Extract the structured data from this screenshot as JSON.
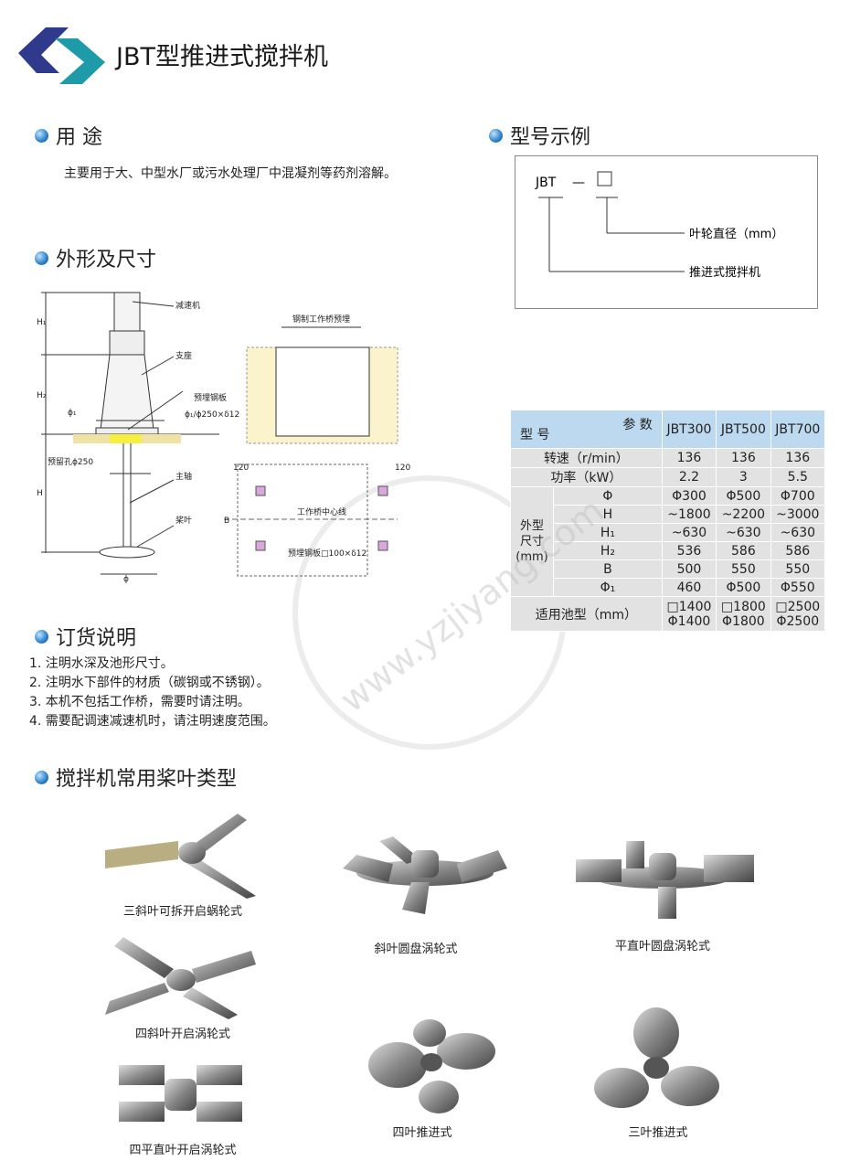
{
  "header": {
    "title": "JBT型推进式搅拌机",
    "logo_colors": [
      "#2f3a8c",
      "#1f9aa8"
    ]
  },
  "usage": {
    "heading": "用 途",
    "text": "主要用于大、中型水厂或污水处理厂中混凝剂等药剂溶解。"
  },
  "model_example": {
    "heading": "型号示例",
    "code": "JBT",
    "dash": "—",
    "box": "□",
    "label_diameter": "叶轮直径（mm）",
    "label_type": "推进式搅拌机"
  },
  "dimensions": {
    "heading": "外形及尺寸",
    "labels": {
      "reducer": "减速机",
      "support": "支座",
      "plate": "预埋钢板",
      "plate_spec": "ϕ₁/ϕ250×δ12",
      "hole": "预留孔ϕ250",
      "shaft": "主轴",
      "blade": "桨叶",
      "phi1": "ϕ₁",
      "phi": "ϕ",
      "h1": "H₁",
      "h2": "H₂",
      "h": "H",
      "bridge_title": "钢制工作桥预埋",
      "center_line": "工作桥中心线",
      "dim_120a": "120",
      "dim_120b": "120",
      "b": "B",
      "plate2": "预埋钢板□100×δ12"
    }
  },
  "spec_table": {
    "header_param": "参 数",
    "header_model": "型 号",
    "models": [
      "JBT300",
      "JBT500",
      "JBT700"
    ],
    "speed_label": "转速（r/min）",
    "speed": [
      "136",
      "136",
      "136"
    ],
    "power_label": "功率（kW）",
    "power": [
      "2.2",
      "3",
      "5.5"
    ],
    "dim_group": "外型尺寸(mm)",
    "dims": [
      {
        "name": "Φ",
        "values": [
          "Φ300",
          "Φ500",
          "Φ700"
        ]
      },
      {
        "name": "H",
        "values": [
          "~1800",
          "~2200",
          "~3000"
        ]
      },
      {
        "name": "H₁",
        "values": [
          "~630",
          "~630",
          "~630"
        ]
      },
      {
        "name": "H₂",
        "values": [
          "536",
          "586",
          "586"
        ]
      },
      {
        "name": "B",
        "values": [
          "500",
          "550",
          "550"
        ]
      },
      {
        "name": "Φ₁",
        "values": [
          "460",
          "Φ500",
          "Φ550"
        ]
      }
    ],
    "pool_label": "适用池型（mm）",
    "pool_square": [
      "□1400",
      "□1800",
      "□2500"
    ],
    "pool_round": [
      "Φ1400",
      "Φ1800",
      "Φ2500"
    ]
  },
  "ordering": {
    "heading": "订货说明",
    "items": [
      "1. 注明水深及池形尺寸。",
      "2. 注明水下部件的材质（碳钢或不锈钢）。",
      "3. 本机不包括工作桥，需要时请注明。",
      "4. 需要配调速减速机时，请注明速度范围。"
    ]
  },
  "impellers": {
    "heading": "搅拌机常用桨叶类型",
    "items": [
      "三斜叶可拆开启蜗轮式",
      "斜叶圆盘涡轮式",
      "平直叶圆盘涡轮式",
      "四斜叶开启涡轮式",
      "四叶推进式",
      "三叶推进式",
      "四平直叶开启涡轮式"
    ]
  },
  "watermark": "www.yzjiyang.com"
}
